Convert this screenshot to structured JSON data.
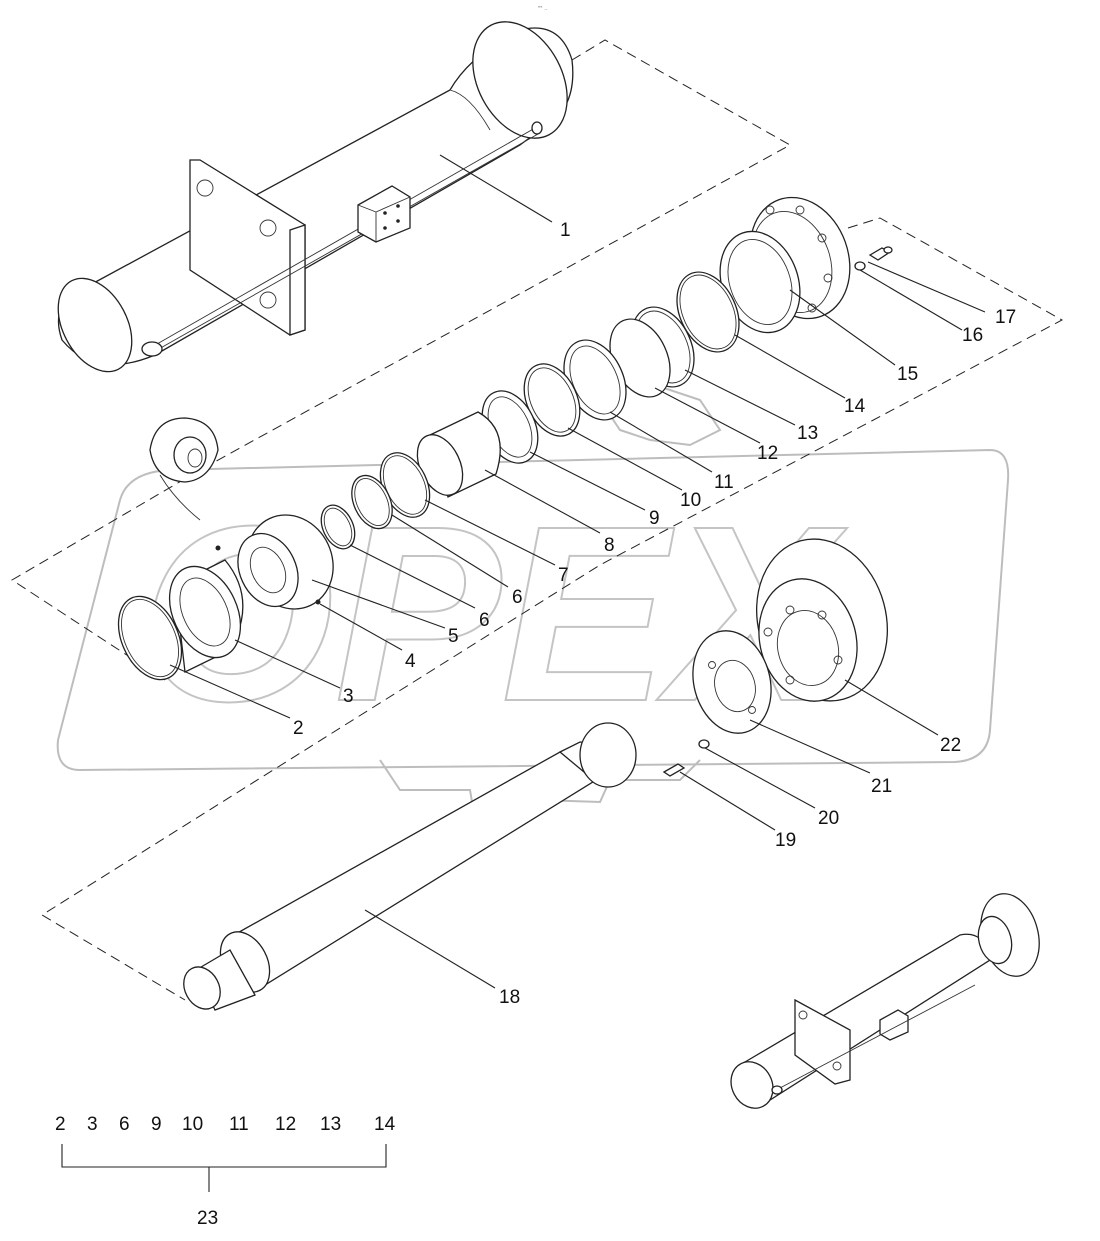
{
  "header_mark": "\"\" ..",
  "watermark_text": "OPEX",
  "colors": {
    "line": "#222222",
    "watermark": "#bdbdbd",
    "background": "#ffffff"
  },
  "callouts": {
    "p1": "1",
    "p2": "2",
    "p3": "3",
    "p4": "4",
    "p5": "5",
    "p6a": "6",
    "p6b": "6",
    "p7": "7",
    "p8": "8",
    "p9": "9",
    "p10": "10",
    "p11": "11",
    "p12": "12",
    "p13": "13",
    "p14": "14",
    "p15": "15",
    "p16": "16",
    "p17": "17",
    "p18": "18",
    "p19": "19",
    "p20": "20",
    "p21": "21",
    "p22": "22"
  },
  "kit": {
    "items": [
      "2",
      "3",
      "6",
      "9",
      "10",
      "11",
      "12",
      "13",
      "14"
    ],
    "assembly": "23"
  }
}
